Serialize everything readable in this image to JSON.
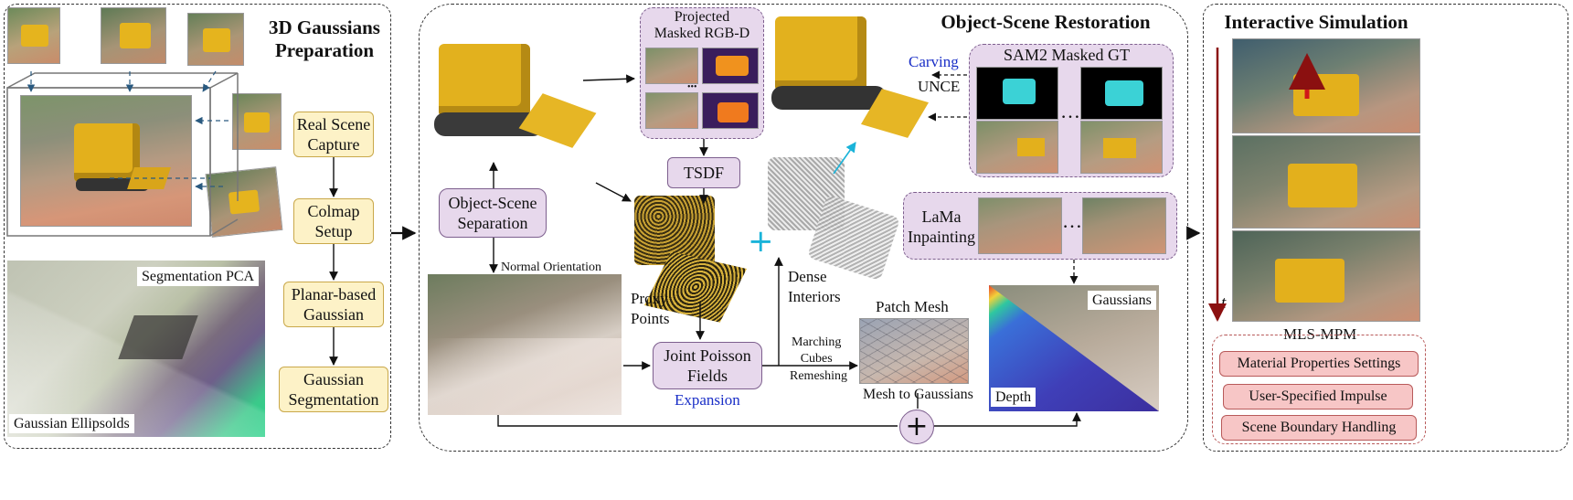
{
  "panels": {
    "prep": {
      "title_line1": "3D Gaussians",
      "title_line2": "Preparation"
    },
    "restoration": {
      "title": "Object-Scene Restoration"
    },
    "simulation": {
      "title": "Interactive Simulation"
    }
  },
  "prep_steps": [
    "Real Scene Capture",
    "Colmap Setup",
    "Planar-based Gaussian",
    "Gaussian Segmentation"
  ],
  "prep_labels": {
    "segmentation_pca": "Segmentation PCA",
    "gaussian_ellipsoids": "Gaussian Ellipsolds"
  },
  "restoration": {
    "projected_line1": "Projected",
    "projected_line2": "Masked RGB-D",
    "dots": "•••",
    "tsdf": "TSDF",
    "separation_line1": "Object-Scene",
    "separation_line2": "Separation",
    "normal_orientation": "Normal Orientation",
    "proxy_line1": "Proxy",
    "proxy_line2": "Points",
    "plus": "+",
    "dense_line1": "Dense",
    "dense_line2": "Interiors",
    "carving": "Carving",
    "unce": "UNCE",
    "sam2": "SAM2 Masked GT",
    "ellipsis": "…",
    "lama_line1": "LaMa",
    "lama_line2": "Inpainting",
    "joint_line1": "Joint Poisson",
    "joint_line2": "Fields",
    "expansion": "Expansion",
    "marching": "Marching",
    "cubes": "Cubes",
    "remeshing": "Remeshing",
    "patch_mesh": "Patch Mesh",
    "mesh_to_gaussians": "Mesh to Gaussians",
    "gaussians": "Gaussians",
    "depth": "Depth",
    "oplus": "+"
  },
  "simulation": {
    "time_label": "t",
    "mls_mpm": "MLS-MPM",
    "items": [
      "Material Properties Settings",
      "User-Specified Impulse",
      "Scene Boundary Handling"
    ]
  },
  "colors": {
    "yellow_fill": "#fdf2c7",
    "purple_fill": "#e7d8ec",
    "red_fill": "#f7c6c6",
    "blue_text": "#1a2fc7",
    "time_arrow": "#8b1010"
  }
}
